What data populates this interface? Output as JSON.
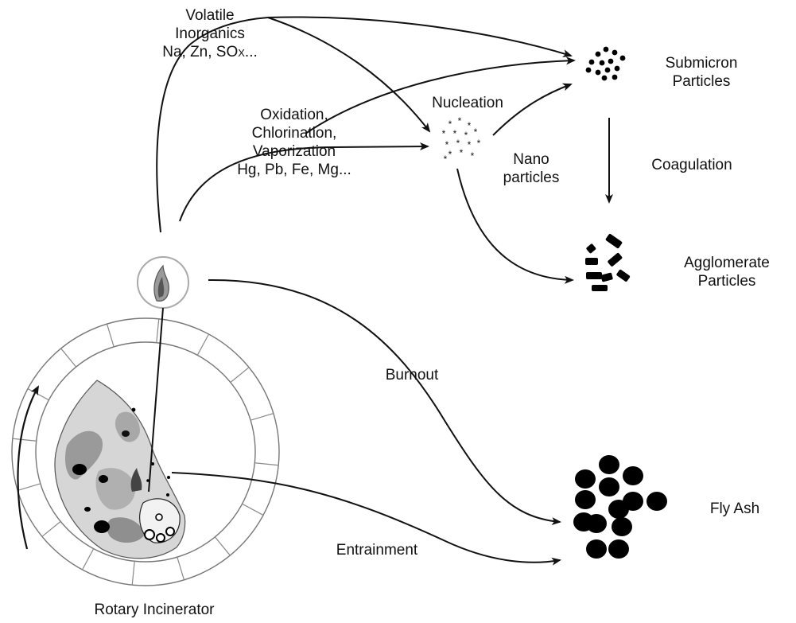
{
  "labels": {
    "volatile": [
      "Volatile",
      "Inorganics"
    ],
    "volatile_elements_prefix": "Na, Zn, SO",
    "volatile_elements_sub": "X",
    "volatile_elements_suffix": "...",
    "oxidation": [
      "Oxidation,",
      "Chlorination,",
      "Vaporization",
      "Hg, Pb, Fe, Mg..."
    ],
    "nucleation": "Nucleation",
    "nano": [
      "Nano",
      "particles"
    ],
    "submicron": [
      "Submicron",
      "Particles"
    ],
    "coagulation": "Coagulation",
    "agglomerate": [
      "Agglomerate",
      "Particles"
    ],
    "burnout": "Burnout",
    "entrainment": "Entrainment",
    "fly_ash": "Fly Ash",
    "rotary_incinerator": "Rotary Incinerator"
  },
  "colors": {
    "line": "#111111",
    "particle": "#000000",
    "ash_gray": "#9a9a9a",
    "ring": "#777777"
  },
  "icons": [
    "flame-icon",
    "rotation-arrow-icon"
  ]
}
